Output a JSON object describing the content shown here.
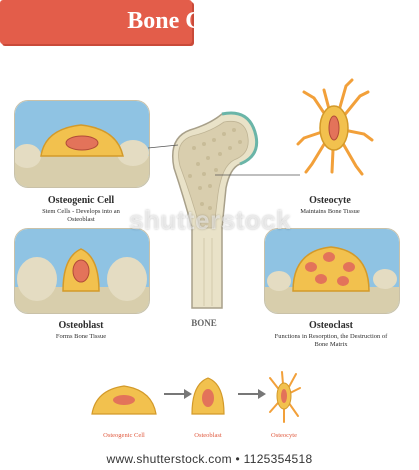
{
  "title": "Bone Cell Types",
  "cells": {
    "osteogenic": {
      "name": "Osteogenic Cell",
      "description": "Stem Cells - Develops into an Osteoblast"
    },
    "osteocyte": {
      "name": "Osteocyte",
      "description": "Maintains Bone Tissue"
    },
    "osteoblast": {
      "name": "Osteoblast",
      "description": "Forms Bone Tissue"
    },
    "osteoclast": {
      "name": "Osteoclast",
      "description": "Functions in Resorption, the Destruction of Bone Matrix"
    }
  },
  "bone_label": "BONE",
  "sequence": [
    "Osteogenic Cell",
    "Osteoblast",
    "Osteocyte"
  ],
  "watermark": "shutterstock",
  "footer": "www.shutterstock.com • 1125354518",
  "colors": {
    "banner": "#e35d4a",
    "cell_body": "#f2c14e",
    "nucleus": "#e3735a",
    "sky": "#8fc3e3",
    "bone": "#e9e2c8"
  }
}
